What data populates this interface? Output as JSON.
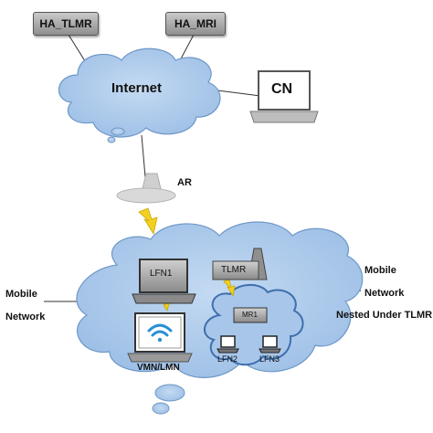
{
  "nodes": {
    "ha_tlmr": "HA_TLMR",
    "ha_mri": "HA_MRI",
    "internet": "Internet",
    "cn": "CN",
    "ar": "AR",
    "lfn1": "LFN1",
    "tlmr": "TLMR",
    "mr1": "MR1",
    "vmn": "VMN/LMN",
    "lfn2": "LFN2",
    "lfn3": "LFN3"
  },
  "annotations": {
    "mobile_network_left_1": "Mobile",
    "mobile_network_left_2": "Network",
    "mobile_network_right_1": "Mobile",
    "mobile_network_right_2": "Network",
    "mobile_network_right_3": "Nested Under TLMR"
  },
  "colors": {
    "cloud_fill": "#a9c7e8",
    "cloud_stroke": "#6f97c8",
    "router_gray": "#9a9a9a",
    "lightning": "#f2d020",
    "wifi_blue": "#2a8fd6"
  }
}
